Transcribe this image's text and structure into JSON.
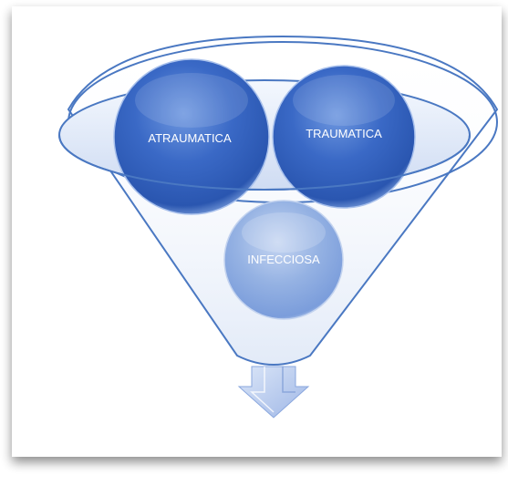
{
  "diagram": {
    "type": "funnel",
    "circles": [
      {
        "label": "ATRAUMATICA",
        "tone": "dark"
      },
      {
        "label": "TRAUMATICA",
        "tone": "dark"
      },
      {
        "label": "INFECCIOSA",
        "tone": "light"
      }
    ],
    "colors": {
      "funnel_stroke": "#4a78c2",
      "funnel_fill": "#eaf1fb",
      "circle_dark": "#2f5fbd",
      "circle_light": "#8faee0",
      "arrow": "#b9cbee",
      "text": "#ffffff"
    }
  }
}
